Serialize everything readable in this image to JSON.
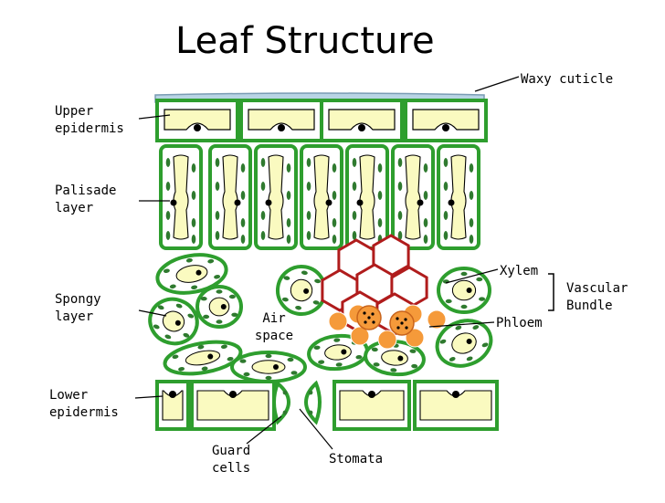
{
  "title": "Leaf Structure",
  "labels": {
    "waxy_cuticle": "Waxy cuticle",
    "upper_epidermis": [
      "Upper",
      "epidermis"
    ],
    "palisade_layer": [
      "Palisade",
      "layer"
    ],
    "spongy_layer": [
      "Spongy",
      "layer"
    ],
    "air_space": [
      "Air",
      "space"
    ],
    "xylem": "Xylem",
    "phloem": "Phloem",
    "vascular_bundle": [
      "Vascular",
      "Bundle"
    ],
    "lower_epidermis": [
      "Lower",
      "epidermis"
    ],
    "guard_cells": [
      "Guard",
      "cells"
    ],
    "stomata": "Stomata"
  },
  "colors": {
    "cell_wall": "#2e9e2e",
    "cell_fill": "#ffffff",
    "vacuole": "#fafac0",
    "chloroplast": "#2f7a2f",
    "nucleus": "#000000",
    "cuticle": "#b8d4e4",
    "xylem": "#b01c1c",
    "phloem": "#f59a3a",
    "phloem_dark": "#c8641c"
  }
}
